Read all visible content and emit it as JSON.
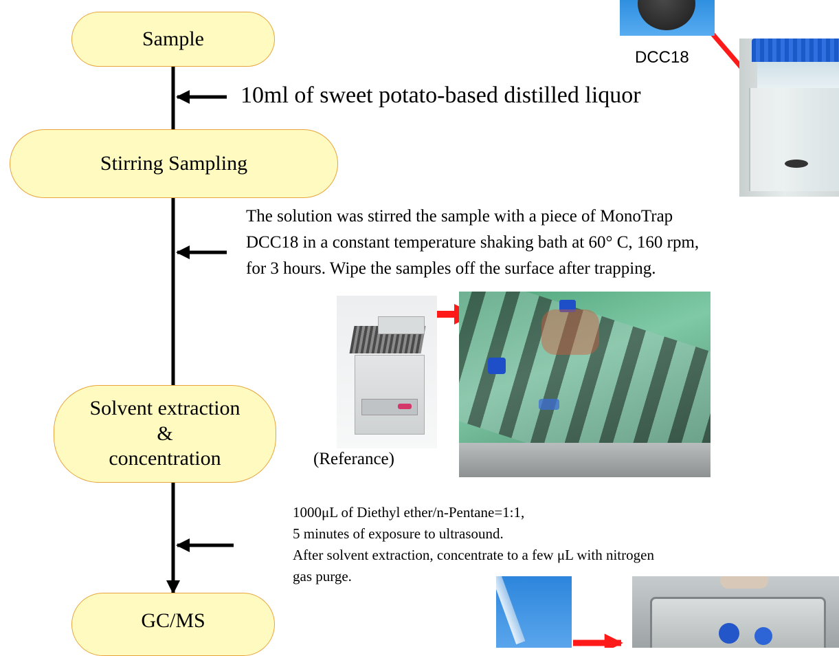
{
  "flow": {
    "steps": [
      {
        "id": "sample",
        "label": "Sample"
      },
      {
        "id": "stirring",
        "label": "Stirring Sampling"
      },
      {
        "id": "extraction",
        "label_lines": [
          "Solvent extraction",
          "&",
          "concentration"
        ]
      },
      {
        "id": "gcms",
        "label": "GC/MS"
      }
    ]
  },
  "notes": {
    "sample_input": "10ml of sweet potato-based distilled liquor",
    "stirring_lines": [
      "The solution was stirred the sample with a piece of MonoTrap",
      "DCC18 in a constant temperature shaking bath at 60° C, 160 rpm,",
      "for 3 hours. Wipe the samples off the surface after trapping."
    ],
    "extraction_lines": [
      "1000μL of Diethyl ether/n-Pentane=1:1,",
      "5 minutes of exposure to ultrasound.",
      "After solvent extraction, concentrate to a few μL with nitrogen",
      "gas purge."
    ]
  },
  "captions": {
    "dcc18": "DCC18",
    "reference": "(Referance)"
  },
  "colors": {
    "node_fill": "#fffbc0",
    "node_border": "#e8a43c",
    "arrow_red": "#ff1a1a",
    "line_black": "#000000"
  }
}
